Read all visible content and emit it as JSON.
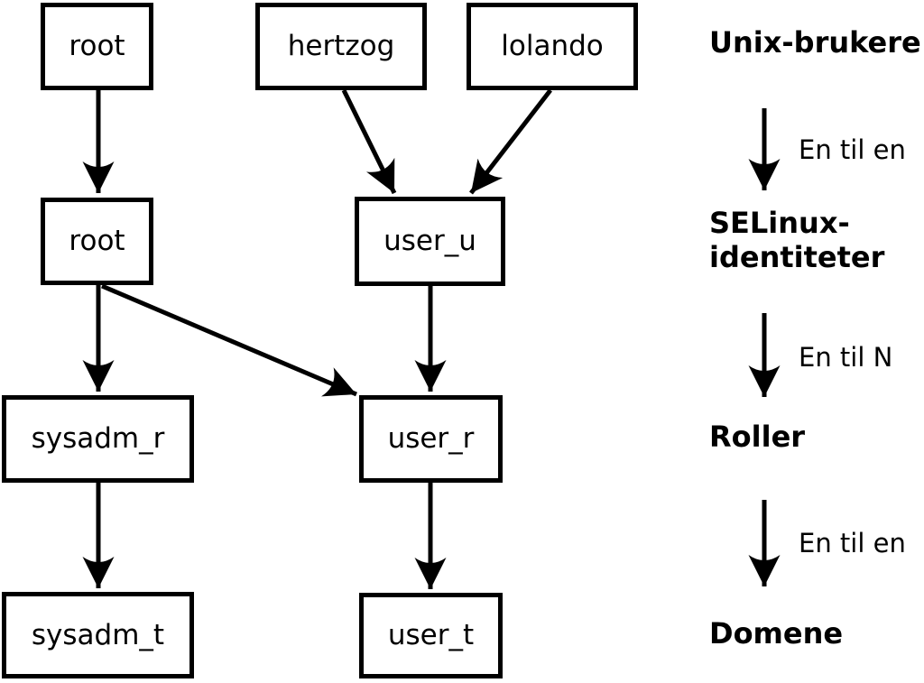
{
  "diagram": {
    "colors": {
      "stroke": "#000000",
      "node_fill": "#ffffff",
      "background": "#ffffff"
    },
    "nodes": {
      "unix_root": {
        "label": "root"
      },
      "hertzog": {
        "label": "hertzog"
      },
      "lolando": {
        "label": "lolando"
      },
      "sel_root": {
        "label": "root"
      },
      "user_u": {
        "label": "user_u"
      },
      "sysadm_r": {
        "label": "sysadm_r"
      },
      "user_r": {
        "label": "user_r"
      },
      "sysadm_t": {
        "label": "sysadm_t"
      },
      "user_t": {
        "label": "user_t"
      }
    },
    "edges": [
      {
        "from": "unix_root",
        "to": "sel_root"
      },
      {
        "from": "hertzog",
        "to": "user_u"
      },
      {
        "from": "lolando",
        "to": "user_u"
      },
      {
        "from": "sel_root",
        "to": "sysadm_r"
      },
      {
        "from": "sel_root",
        "to": "user_r"
      },
      {
        "from": "user_u",
        "to": "user_r"
      },
      {
        "from": "sysadm_r",
        "to": "sysadm_t"
      },
      {
        "from": "user_r",
        "to": "user_t"
      }
    ]
  },
  "legend": {
    "levels": {
      "unix_users": {
        "label": "Unix-brukere"
      },
      "selinux_identities": {
        "label": "SELinux-\nidentiteter"
      },
      "roles": {
        "label": "Roller"
      },
      "domains": {
        "label": "Domene"
      }
    },
    "relations": {
      "users_to_identities": {
        "label": "En til en"
      },
      "identities_to_roles": {
        "label": "En til N"
      },
      "roles_to_domains": {
        "label": "En til en"
      }
    }
  }
}
